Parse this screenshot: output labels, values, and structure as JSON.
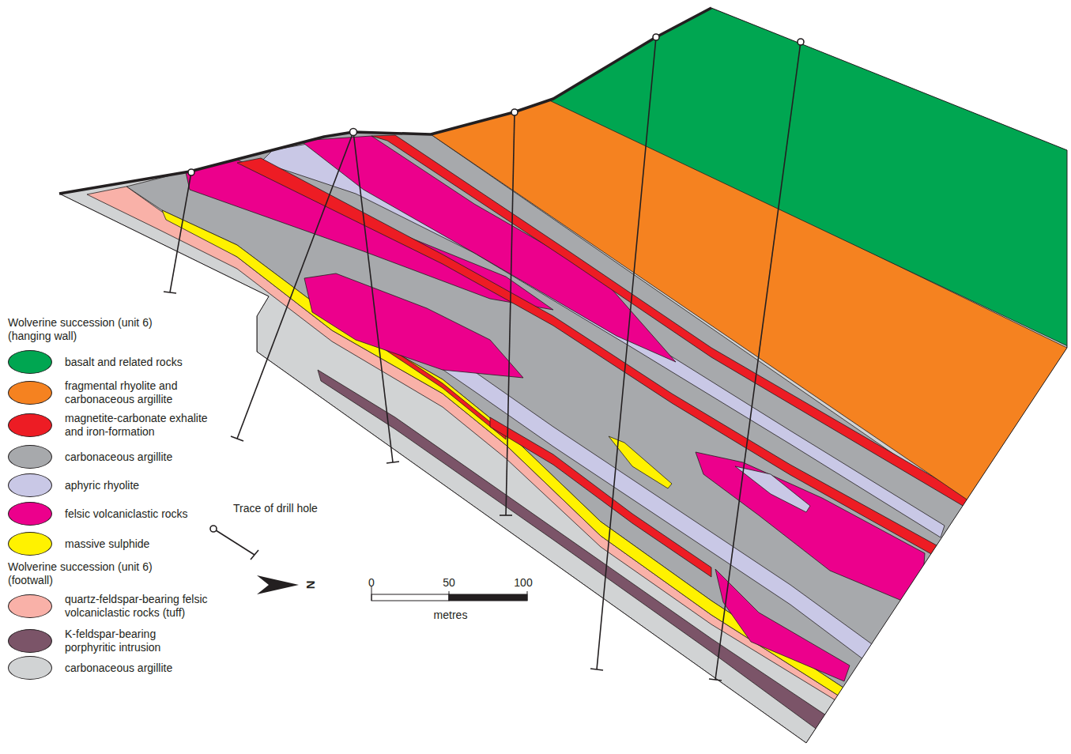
{
  "diagram": {
    "labels": [
      "Wolverine succession (unit 6) (hanging wall)",
      "Wolverine succession (unit 6) (footwall)",
      "N",
      "0",
      "50",
      "100",
      "metres"
    ],
    "legend": [
      {
        "text": "basalt and related rocks",
        "color": "#00a651"
      },
      {
        "text": "fragmental rhyolite and carbonaceous argillite",
        "color": "#f58220"
      },
      {
        "text": "magnetite-carbonate exhalite and iron-formation",
        "color": "#ed1c24"
      },
      {
        "text": "carbonaceous argillite",
        "color": "#a7a9ac"
      },
      {
        "text": "aphyric rhyolite",
        "color": "#c9c8e6"
      },
      {
        "text": "felsic volcaniclastic rocks",
        "color": "#ec008c"
      },
      {
        "text": "massive sulphide",
        "color": "#fff200"
      },
      {
        "text": "Trace of drill hole"
      },
      {
        "text": "quartz-feldspar-bearing felsic volcaniclastic rocks (tuff)",
        "color": "#f9b1a8"
      },
      {
        "text": "K-feldspar-bearing porphyritic intrusion",
        "color": "#7b5468"
      },
      {
        "text": "carbonaceous argillite",
        "color": "#d1d3d4"
      }
    ]
  }
}
